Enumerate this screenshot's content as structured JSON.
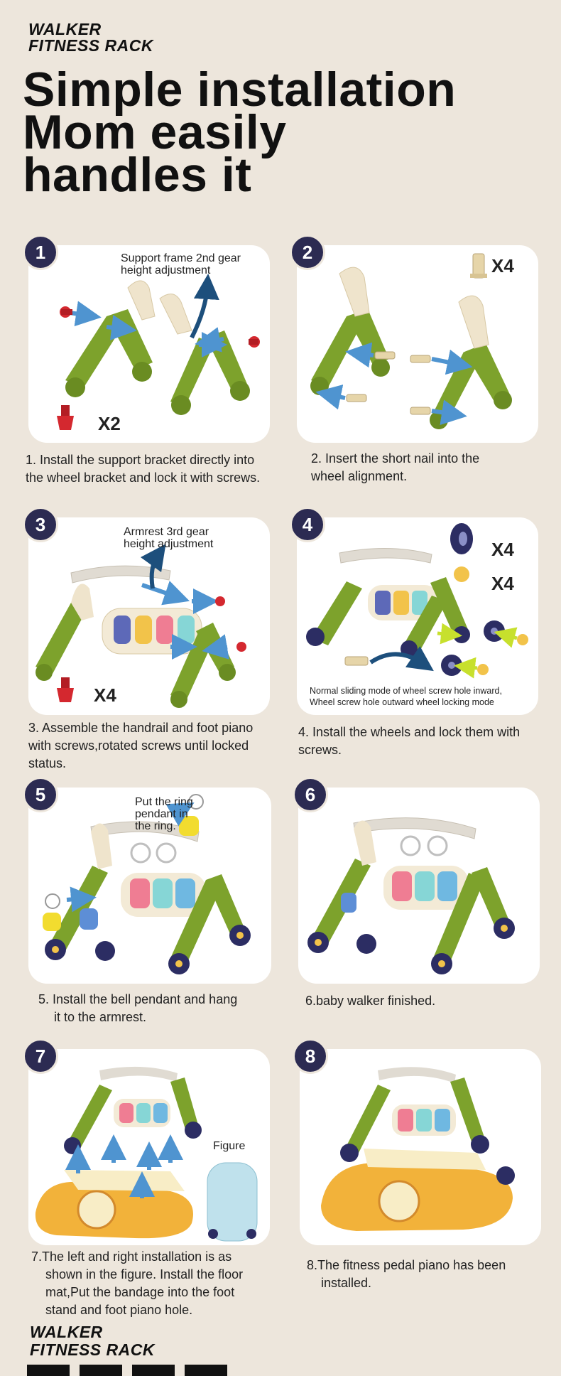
{
  "brand": {
    "line1": "WALKER",
    "line2": "FITNESS RACK"
  },
  "headline": {
    "line1": "Simple installation",
    "line2": "Mom easily",
    "line3": "handles it"
  },
  "steps": [
    {
      "number": "1",
      "note": [
        "Support frame 2nd gear",
        "height adjustment"
      ],
      "qty": "X2",
      "caption": [
        "1. Install the support bracket directly into",
        "the wheel bracket and lock it with screws."
      ]
    },
    {
      "number": "2",
      "qty": "X4",
      "caption": [
        "2. Insert the short nail into the",
        "wheel alignment."
      ]
    },
    {
      "number": "3",
      "note": [
        "Armrest 3rd gear",
        "height adjustment"
      ],
      "qty": "X4",
      "caption": [
        "3. Assemble the handrail and foot piano",
        "with screws,rotated screws until locked",
        "status."
      ]
    },
    {
      "number": "4",
      "qty_a": "X4",
      "qty_b": "X4",
      "note": [
        "Normal sliding mode of wheel screw hole inward,",
        "Wheel screw hole outward wheel locking mode"
      ],
      "caption": [
        "4. Install the wheels and lock them with",
        "screws."
      ]
    },
    {
      "number": "5",
      "note": [
        "Put the ring",
        "pendant in",
        "the ring."
      ],
      "caption": [
        "5. Install the bell pendant and hang",
        "it to the armrest."
      ]
    },
    {
      "number": "6",
      "caption": [
        "6.baby walker finished."
      ]
    },
    {
      "number": "7",
      "note": [
        "Figure"
      ],
      "caption": [
        "7.The left and right installation is as",
        "shown in the figure. Install the floor",
        "mat,Put the bandage into the foot",
        "stand and foot piano hole."
      ]
    },
    {
      "number": "8",
      "caption": [
        "8.The fitness pedal piano has been",
        "installed."
      ]
    }
  ],
  "footer_brand": {
    "line1": "WALKER",
    "line2": "FITNESS RACK"
  },
  "colors": {
    "background": "#ede6dc",
    "badge": "#2c2b52",
    "frame_green": "#7da22c",
    "cream": "#efe4cc",
    "wheel_navy": "#2c2d63",
    "arrow_blue": "#4f94d0",
    "screw_red": "#d4282f",
    "mat_orange": "#f2b23a"
  },
  "icons": [
    "screw-icon",
    "peg-icon",
    "wheel-icon",
    "wheel-screw-icon",
    "arrow-icon"
  ]
}
